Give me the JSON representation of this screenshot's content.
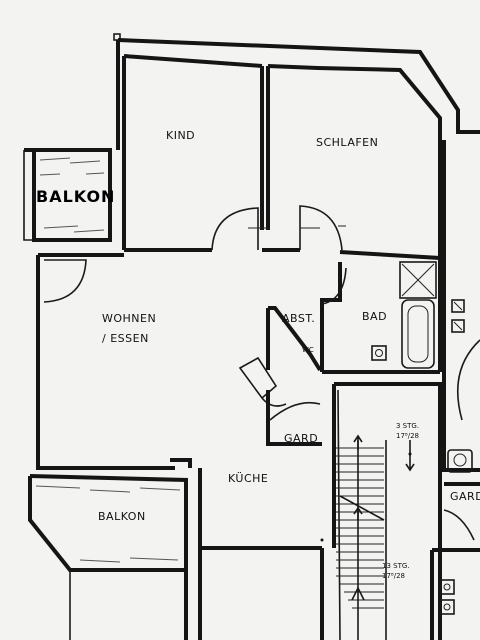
{
  "rooms": {
    "kind": "KIND",
    "schlafen": "SCHLAFEN",
    "balkon_top": "BALKON",
    "wohnen_line1": "WOHNEN",
    "wohnen_line2": "/ ESSEN",
    "abst": "ABST.",
    "bad": "BAD",
    "wc": "WC",
    "gard_inner": "GARD",
    "kueche": "KÜCHE",
    "balkon_bottom": "BALKON",
    "gard_outer": "GARD."
  },
  "stairs": {
    "upper_line1": "3 STG.",
    "upper_line2": "17⁸/28",
    "lower_line1": "13 STG.",
    "lower_line2": "17⁸/28"
  }
}
